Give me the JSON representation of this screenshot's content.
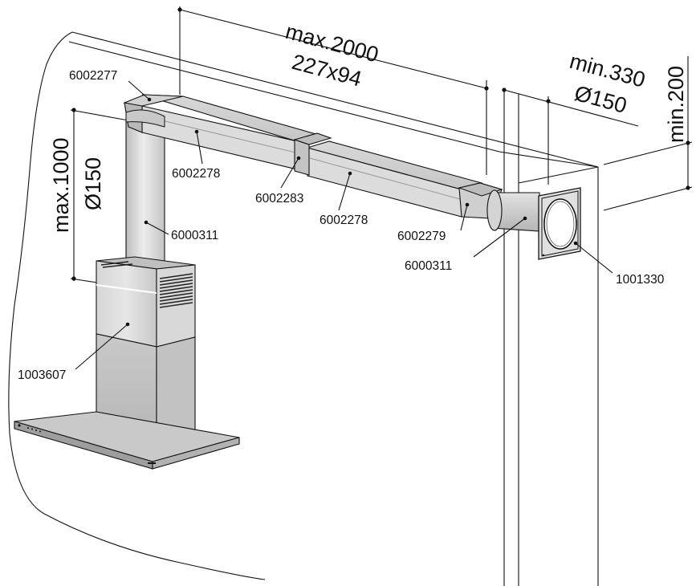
{
  "dimensions": {
    "horizontal_length": "max.2000",
    "horizontal_duct_size": "227x94",
    "wall_offset": "min.330",
    "wall_diameter": "Ø150",
    "vertical_length": "max.1000",
    "vertical_diameter": "Ø150",
    "ceiling_offset": "min.200"
  },
  "parts": {
    "elbow_top": "6002277",
    "duct_left": "6002278",
    "connector": "6002283",
    "duct_right": "6002278",
    "adapter": "6002279",
    "pipe_vertical": "6000311",
    "pipe_wall": "6000311",
    "wall_plate": "1001330",
    "hood": "1003607"
  },
  "colors": {
    "line": "#111111",
    "duct_light": "#e6e6e6",
    "duct_mid": "#cfcfcf",
    "duct_dark": "#a8a8a8",
    "hood_light": "#e4e4e4",
    "hood_dark": "#b9b9b9"
  }
}
